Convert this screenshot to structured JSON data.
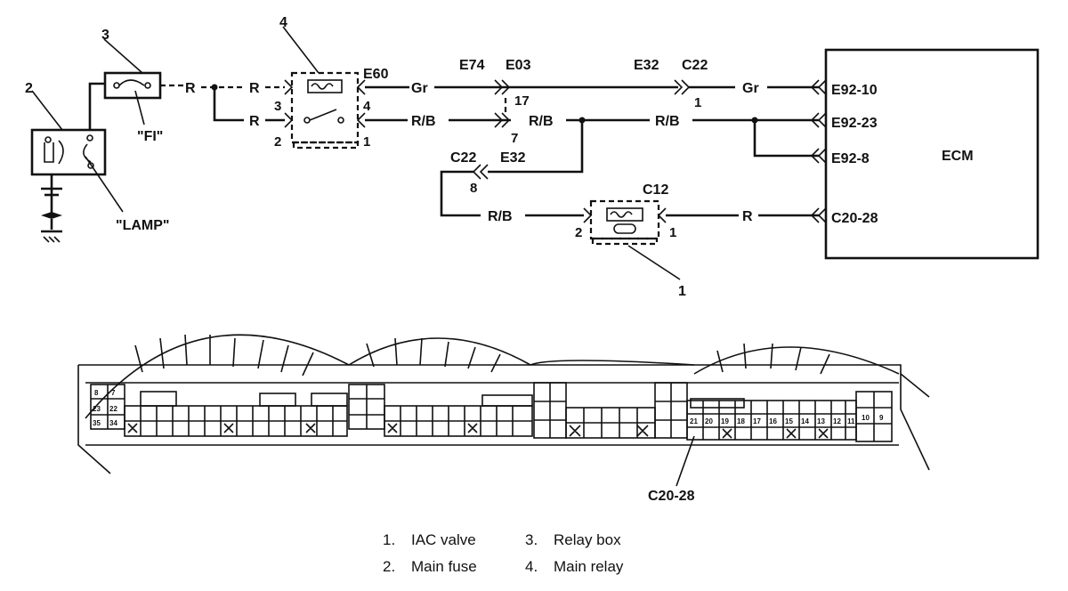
{
  "components": {
    "fuse_fi": "\"FI\"",
    "fuse_lamp": "\"LAMP\"",
    "relay_box": "E60",
    "ecm": "ECM",
    "iac_connector": "C12",
    "callout_1": "1",
    "callout_2": "2",
    "callout_3": "3",
    "callout_4": "4"
  },
  "connectors": {
    "e74": "E74",
    "e03": "E03",
    "e32_top": "E32",
    "c22_top": "C22",
    "c22_mid": "C22",
    "e32_mid": "E32"
  },
  "wires": {
    "r1": "R",
    "r2": "R",
    "r3": "R",
    "gr1": "Gr",
    "gr2": "Gr",
    "rb1": "R/B",
    "rb2": "R/B",
    "rb3": "R/B",
    "rb4": "R/B",
    "r_iac": "R"
  },
  "pins": {
    "relay_3": "3",
    "relay_4": "4",
    "relay_2": "2",
    "relay_1": "1",
    "e03_17": "17",
    "e03_7": "7",
    "c22_1": "1",
    "c22_8": "8",
    "iac_2": "2",
    "iac_1": "1"
  },
  "ecm_terminals": [
    "E92-10",
    "E92-23",
    "E92-8",
    "C20-28"
  ],
  "harness": {
    "callout": "C20-28",
    "left_rows": [
      [
        "8",
        "7"
      ],
      [
        "23",
        "22"
      ],
      [
        "35",
        "34"
      ]
    ],
    "connector_pins": [
      "21",
      "20",
      "19",
      "18",
      "17",
      "16",
      "15",
      "14",
      "13",
      "12",
      "11",
      "10",
      "9"
    ]
  },
  "legend": [
    {
      "num": "1.",
      "text": "IAC valve"
    },
    {
      "num": "2.",
      "text": "Main fuse"
    },
    {
      "num": "3.",
      "text": "Relay box"
    },
    {
      "num": "4.",
      "text": "Main relay"
    }
  ]
}
